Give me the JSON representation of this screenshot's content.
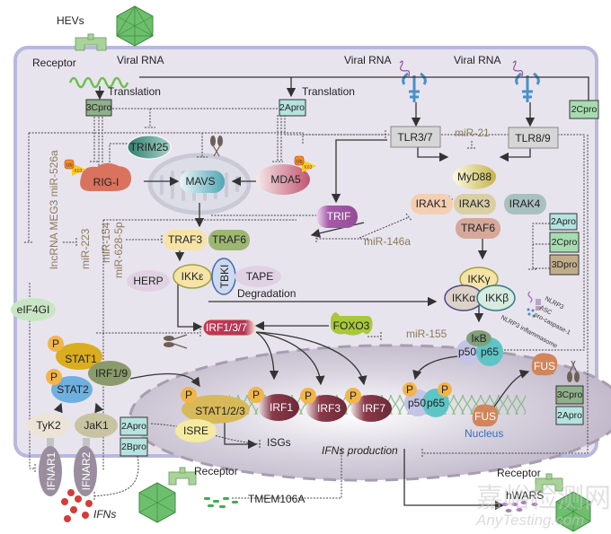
{
  "title": "HEV innate immune evasion pathways",
  "colors": {
    "cell_bg": "#e8e4ee",
    "cell_border": "#b9b8dc",
    "virus_green": "#6dbf6d",
    "receptor_green": "#a9d39a",
    "pro_green_dark": "#8fb08a",
    "pro_teal": "#b5e3df",
    "pro_green": "#a6dcb0",
    "pro_brown": "#c2ad8a",
    "mir_text": "#8a7a5a",
    "nucleus_text": "#3a6fb5"
  },
  "labels": {
    "hevs": "HEVs",
    "receptor_top": "Receptor",
    "viral_rna_left": "Viral RNA",
    "viral_rna_mid": "Viral RNA",
    "viral_rna_right": "Viral RNA",
    "translation_left": "Translation",
    "translation_right": "Translation",
    "degradation": "Degradation",
    "isgs": "ISGs",
    "ifns_production": "IFNs production",
    "nucleus": "Nucleus",
    "receptor_bottom": "Receptor",
    "receptor_bottom_right": "Receptor",
    "tmem106a": "TMEM106A",
    "hwars": "hWARS",
    "ifns": "IFNs",
    "nlrp3": "NLRP3",
    "asc": "ASC",
    "pro_caspase": "pro-caspase-1",
    "inflammasome": "NLRP3 inflammasome",
    "ub": "Ub",
    "k63": "K63",
    "watermark_cn": "嘉峪检测网",
    "watermark_en": "AnyTesting.com"
  },
  "mirnas": {
    "mir526a": "lncRNA MEG3 miR-526a",
    "mir223": "miR-223",
    "mir154": "miR-154",
    "mir628": "miR-628-5p",
    "mir21": "miR-21",
    "mir146a": "miR-146a",
    "mir155": "miR-155"
  },
  "viral_proteins": {
    "p3c_top": "3Cpro",
    "p2a_top": "2Apro",
    "p2c_top": "2Cpro",
    "p2a_right": "2Apro",
    "p2c_right": "2Cpro",
    "p3d_right": "3Dpro",
    "p3c_bottom": "3Cpro",
    "p2a_bottom": "2Apro",
    "p2a_left": "2Apro",
    "p2b_left": "2Bpro"
  },
  "nodes": {
    "trim25": "TRIM25",
    "rigi": "RIG-I",
    "mavs": "MAVS",
    "mda5": "MDA5",
    "tlr37": "TLR3/7",
    "tlr89": "TLR8/9",
    "myd88": "MyD88",
    "trif": "TRIF",
    "irak1": "IRAK1",
    "irak3": "IRAK3",
    "irak4": "IRAK4",
    "traf6_b": "TRAF6",
    "traf3": "TRAF3",
    "traf6_a": "TRAF6",
    "herp": "HERP",
    "ikke": "IKKε",
    "tbk1": "TBKI",
    "tape": "TAPE",
    "ikkg": "IKKγ",
    "ikka": "IKKα",
    "ikkb": "IKKβ",
    "eif4gi": "eIF4GI",
    "irf137": "IRF1/3/7",
    "foxo3": "FOXO3",
    "ikb": "IκB",
    "p50": "p50",
    "p65": "p65",
    "p50n": "p50",
    "p65n": "p65",
    "fus_out": "FUS",
    "fus_in": "FUS",
    "stat1": "STAT1",
    "stat2": "STAT2",
    "irf19": "IRF1/9",
    "tyk2": "TyK2",
    "jak1": "JaK1",
    "ifnar1": "IFNAR1",
    "ifnar2": "IFNAR2",
    "stat123": "STAT1/2/3",
    "isre": "ISRE",
    "irf1": "IRF1",
    "irf3": "IRF3",
    "irf7": "IRF7",
    "p": "P"
  }
}
